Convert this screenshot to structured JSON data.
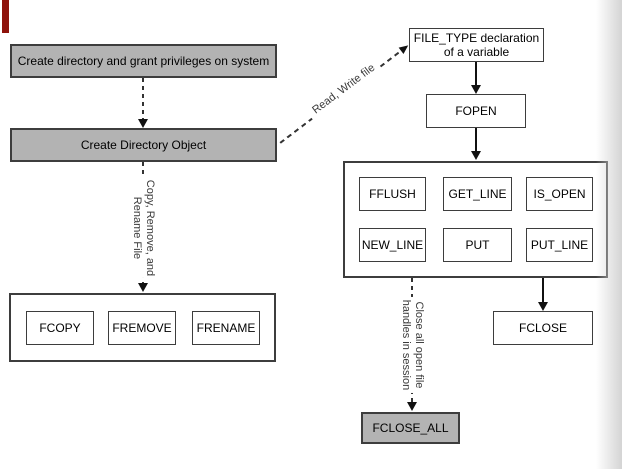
{
  "diagram": {
    "nodes": {
      "create_dir": {
        "label": "Create directory and grant privileges on system"
      },
      "create_dir_obj": {
        "label": "Create Directory Object"
      },
      "file_type": {
        "line1": "FILE_TYPE declaration",
        "line2": "of a variable"
      },
      "fopen": {
        "label": "FOPEN"
      },
      "fflush": {
        "label": "FFLUSH"
      },
      "get_line": {
        "label": "GET_LINE"
      },
      "is_open": {
        "label": "IS_OPEN"
      },
      "new_line": {
        "label": "NEW_LINE"
      },
      "put": {
        "label": "PUT"
      },
      "put_line": {
        "label": "PUT_LINE"
      },
      "fclose": {
        "label": "FCLOSE"
      },
      "fcopy": {
        "label": "FCOPY"
      },
      "fremove": {
        "label": "FREMOVE"
      },
      "frename": {
        "label": "FRENAME"
      },
      "fclose_all": {
        "label": "FCLOSE_ALL"
      }
    },
    "edge_labels": {
      "read_write": "Read, Write file",
      "copy_remove_line1": "Copy, Remove, and",
      "copy_remove_line2": "Rename File",
      "close_all_line1": "Close all open file",
      "close_all_line2": "handles in session"
    },
    "colors": {
      "node_gray": "#b3b3b3",
      "node_border": "#3d3d3d",
      "line": "#333333",
      "accent_red": "#8e120b",
      "right_edge_fade": "#d4d4d4"
    }
  }
}
